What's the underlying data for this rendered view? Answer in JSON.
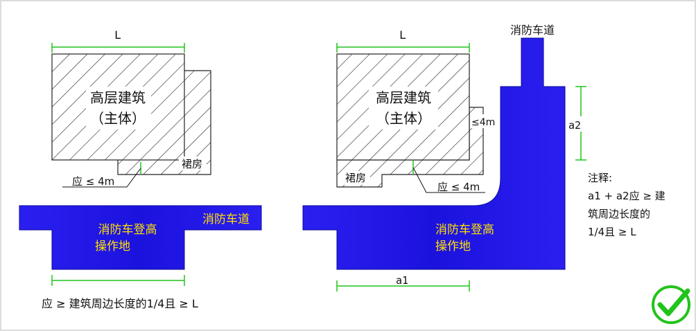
{
  "colors": {
    "fire_road_fill": "#1f18e8",
    "fire_road_edge": "#0a0a9a",
    "dimension_line": "#21c21c",
    "label_yellow": "#ffe000",
    "check_mark": "#22c31c",
    "hatch_stroke": "#222222",
    "frame_border": "#d0d0d0"
  },
  "left_diagram": {
    "dimension_L": "L",
    "building_title": "高层建筑",
    "building_subtitle": "（主体）",
    "podium_label": "裙房",
    "distance_label": "应 ≤ 4m",
    "road_area_label_line1": "消防车登高",
    "road_area_label_line2": "操作地",
    "road_label": "消防车道",
    "bottom_note": "应 ≥ 建筑周边长度的1/4且 ≥ L"
  },
  "right_diagram": {
    "dimension_L": "L",
    "road_top_label": "消防车道",
    "building_title": "高层建筑",
    "building_subtitle": "（主体）",
    "distance_side_label": "≤4m",
    "podium_label": "裙房",
    "distance_label": "应 ≤ 4m",
    "dimension_a2": "a2",
    "dimension_a1": "a1",
    "road_area_label_line1": "消防车登高",
    "road_area_label_line2": "操作地"
  },
  "annotation": {
    "line1": "注释:",
    "line2": "a1 + a2应 ≥ 建",
    "line3": "筑周边长度的",
    "line4": "1/4且 ≥ L"
  },
  "icons": {
    "check": "check-circle-icon"
  }
}
